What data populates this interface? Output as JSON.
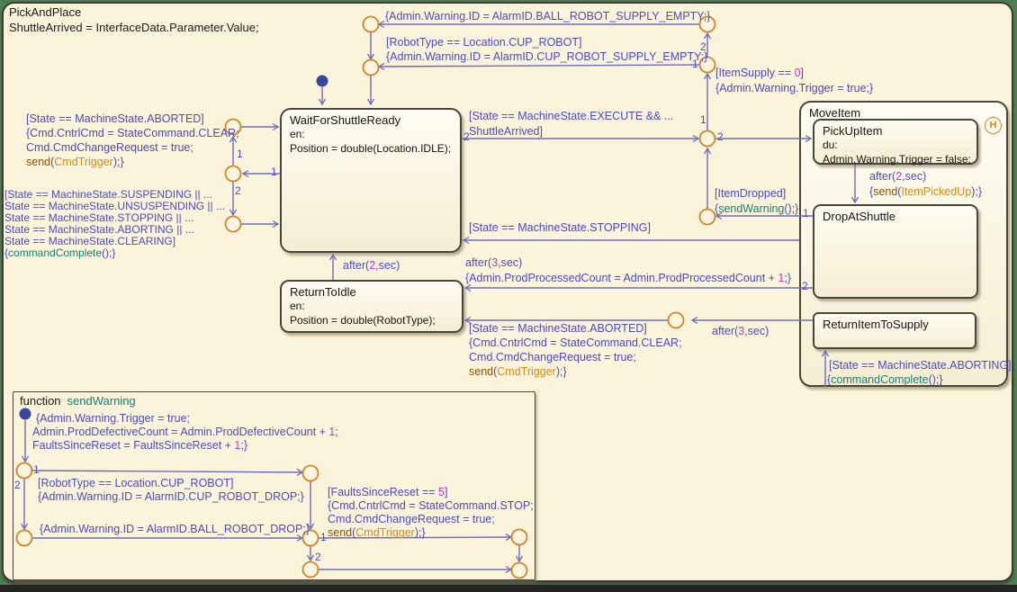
{
  "chart": {
    "name": "PickAndPlace",
    "default_action": "ShuttleArrived = InterfaceData.Parameter.Value;"
  },
  "states": {
    "wait": {
      "title": "WaitForShuttleReady",
      "body": [
        "en:",
        "Position = double(Location.IDLE);"
      ]
    },
    "return_to_idle": {
      "title": "ReturnToIdle",
      "body": [
        "en:",
        "Position = double(RobotType);"
      ]
    },
    "move_item": {
      "title": "MoveItem"
    },
    "pick_up_item": {
      "title": "PickUpItem",
      "body": [
        "du:",
        "Admin.Warning.Trigger = false;"
      ]
    },
    "drop_at_shuttle": {
      "title": "DropAtShuttle"
    },
    "return_item_to_supply": {
      "title": "ReturnItemToSupply"
    }
  },
  "function_box": {
    "keyword": "function",
    "name": "sendWarning"
  },
  "history_junction": {
    "label": "H"
  },
  "labels": {
    "l1": [
      {
        "t": "{Admin.Warning.ID = AlarmID.BALL_ROBOT_SUPPLY_EMPTY;}",
        "c": "k"
      }
    ],
    "l2": [
      {
        "t": "[RobotType == Location.CUP_ROBOT]",
        "c": "k"
      }
    ],
    "l3": [
      {
        "t": "{Admin.Warning.ID = AlarmID.CUP_ROBOT_SUPPLY_EMPTY;}",
        "c": "k"
      }
    ],
    "l4": [
      {
        "t": "[ItemSupply == ",
        "c": "k"
      },
      {
        "t": "0",
        "c": "n"
      },
      {
        "t": "]",
        "c": "k"
      }
    ],
    "l5": [
      {
        "t": "{Admin.Warning.Trigger = true;}",
        "c": "k"
      }
    ],
    "l6": [
      {
        "t": "[State == MachineState.EXECUTE && ...",
        "c": "k"
      }
    ],
    "l7": [
      {
        "t": "ShuttleArrived]",
        "c": "k"
      }
    ],
    "l8": [
      {
        "t": "[State == MachineState.STOPPING]",
        "c": "k"
      }
    ],
    "l9": [
      {
        "t": "[ItemDropped]",
        "c": "k"
      }
    ],
    "l10": [
      {
        "t": "{",
        "c": "k"
      },
      {
        "t": "sendWarning",
        "c": "f"
      },
      {
        "t": "();}",
        "c": "k"
      }
    ],
    "l11": [
      {
        "t": "after(",
        "c": "k"
      },
      {
        "t": "2",
        "c": "n"
      },
      {
        "t": ",sec)",
        "c": "k"
      }
    ],
    "l12": [
      {
        "t": "{",
        "c": "k"
      },
      {
        "t": "send",
        "c": "s"
      },
      {
        "t": "(",
        "c": "k"
      },
      {
        "t": "ItemPickedUp",
        "c": "e"
      },
      {
        "t": ");}",
        "c": "k"
      }
    ],
    "l13": [
      {
        "t": "after(",
        "c": "k"
      },
      {
        "t": "2",
        "c": "n"
      },
      {
        "t": ",sec)",
        "c": "k"
      }
    ],
    "l14": [
      {
        "t": "after(",
        "c": "k"
      },
      {
        "t": "3",
        "c": "n"
      },
      {
        "t": ",sec)",
        "c": "k"
      }
    ],
    "l15": [
      {
        "t": "{Admin.ProdProcessedCount = Admin.ProdProcessedCount + ",
        "c": "k"
      },
      {
        "t": "1",
        "c": "n"
      },
      {
        "t": ";}",
        "c": "k"
      }
    ],
    "l16": [
      {
        "t": "[State == MachineState.ABORTED]",
        "c": "k"
      }
    ],
    "l17": [
      {
        "t": "{Cmd.CntrlCmd = StateCommand.CLEAR;",
        "c": "k"
      }
    ],
    "l18": [
      {
        "t": "Cmd.CmdChangeRequest = true;",
        "c": "k"
      }
    ],
    "l19": [
      {
        "t": "send",
        "c": "s"
      },
      {
        "t": "(",
        "c": "k"
      },
      {
        "t": "CmdTrigger",
        "c": "e"
      },
      {
        "t": ");}",
        "c": "k"
      }
    ],
    "l20": [
      {
        "t": "after(",
        "c": "k"
      },
      {
        "t": "3",
        "c": "n"
      },
      {
        "t": ",sec)",
        "c": "k"
      }
    ],
    "l21": [
      {
        "t": "[State == MachineState.ABORTING]",
        "c": "k"
      }
    ],
    "l22": [
      {
        "t": "{",
        "c": "k"
      },
      {
        "t": "commandComplete",
        "c": "f"
      },
      {
        "t": "();}",
        "c": "k"
      }
    ],
    "l23": [
      {
        "t": "[State == MachineState.ABORTED]",
        "c": "k"
      }
    ],
    "l24": [
      {
        "t": "{Cmd.CntrlCmd = StateCommand.CLEAR;",
        "c": "k"
      }
    ],
    "l25": [
      {
        "t": "Cmd.CmdChangeRequest = true;",
        "c": "k"
      }
    ],
    "l26": [
      {
        "t": "send",
        "c": "s"
      },
      {
        "t": "(",
        "c": "k"
      },
      {
        "t": "CmdTrigger",
        "c": "e"
      },
      {
        "t": ");}",
        "c": "k"
      }
    ],
    "l27": [
      {
        "t": "[State == MachineState.SUSPENDING || ...",
        "c": "k"
      }
    ],
    "l28": [
      {
        "t": "State == MachineState.UNSUSPENDING || ...",
        "c": "k"
      }
    ],
    "l29": [
      {
        "t": "State == MachineState.STOPPING || ...",
        "c": "k"
      }
    ],
    "l30": [
      {
        "t": "State == MachineState.ABORTING || ...",
        "c": "k"
      }
    ],
    "l31": [
      {
        "t": "State == MachineState.CLEARING]",
        "c": "k"
      }
    ],
    "l32": [
      {
        "t": "{",
        "c": "k"
      },
      {
        "t": "commandComplete",
        "c": "f"
      },
      {
        "t": "();}",
        "c": "k"
      }
    ],
    "l33": [
      {
        "t": "{Admin.Warning.Trigger = true;",
        "c": "k"
      }
    ],
    "l34": [
      {
        "t": "Admin.ProdDefectiveCount = Admin.ProdDefectiveCount + ",
        "c": "k"
      },
      {
        "t": "1",
        "c": "n"
      },
      {
        "t": ";",
        "c": "k"
      }
    ],
    "l35": [
      {
        "t": "FaultsSinceReset = FaultsSinceReset + ",
        "c": "k"
      },
      {
        "t": "1",
        "c": "n"
      },
      {
        "t": ";}",
        "c": "k"
      }
    ],
    "l36": [
      {
        "t": "[RobotType == Location.CUP_ROBOT]",
        "c": "k"
      }
    ],
    "l37": [
      {
        "t": "{Admin.Warning.ID = AlarmID.CUP_ROBOT_DROP;}",
        "c": "k"
      }
    ],
    "l38": [
      {
        "t": "{Admin.Warning.ID = AlarmID.BALL_ROBOT_DROP;}",
        "c": "k"
      }
    ],
    "l39": [
      {
        "t": "[FaultsSinceReset == ",
        "c": "k"
      },
      {
        "t": "5",
        "c": "n"
      },
      {
        "t": "]",
        "c": "k"
      }
    ],
    "l40": [
      {
        "t": "{Cmd.CntrlCmd = StateCommand.STOP;",
        "c": "k"
      }
    ],
    "l41": [
      {
        "t": "Cmd.CmdChangeRequest = true;",
        "c": "k"
      }
    ],
    "l42": [
      {
        "t": "send",
        "c": "s"
      },
      {
        "t": "(",
        "c": "k"
      },
      {
        "t": "CmdTrigger",
        "c": "e"
      },
      {
        "t": ");}",
        "c": "k"
      }
    ]
  },
  "orders": {
    "o1": "1",
    "o2": "2",
    "o3": "1",
    "o4": "2",
    "o5": "2",
    "o6": "1",
    "o7": "2",
    "o8": "1",
    "o9": "1",
    "o10": "2",
    "o11": "1",
    "o12": "2",
    "o13": "1",
    "o14": "2"
  },
  "colors": {
    "background": "#fbf3da",
    "canvas_green": "#4e7d52",
    "wire": "#6c6cbe",
    "transition_text": "#4a4ac4",
    "number_literal": "#cf2fcf",
    "event_name": "#d7891c",
    "send_keyword": "#8a5200",
    "graphical_function": "#0f8276",
    "junction": "#d08328",
    "state_border": "#46463c",
    "initial_dot": "#3a489c"
  }
}
